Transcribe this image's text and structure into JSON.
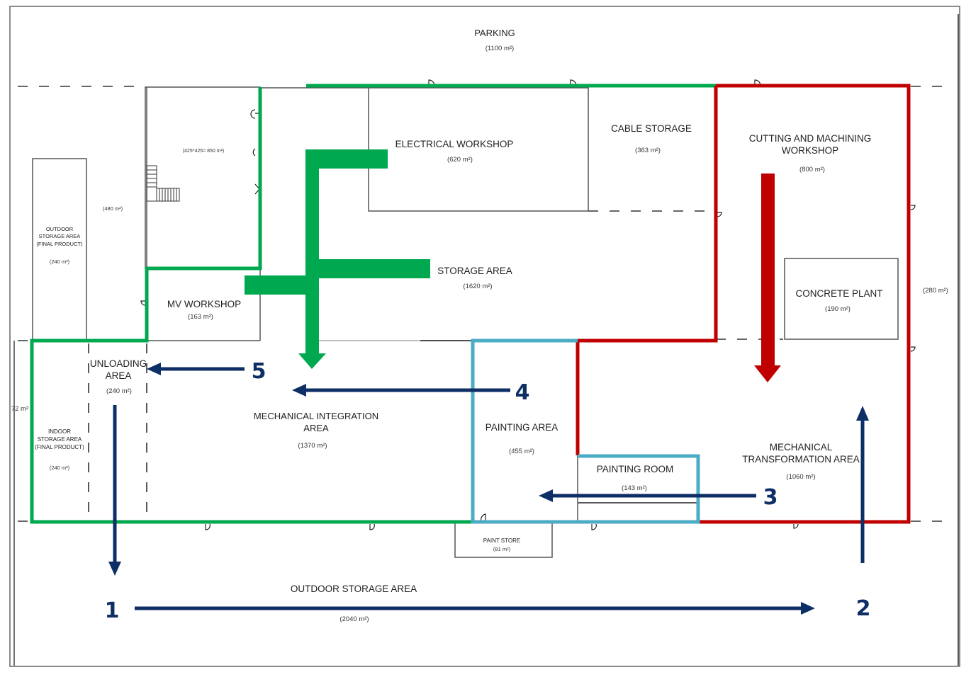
{
  "title": "Factory layout with process flow",
  "colors": {
    "zone_green": "#00a84f",
    "zone_red": "#c00000",
    "zone_blue": "#4bacc6",
    "flow_arrow": "#0e2f66",
    "wall": "#555555"
  },
  "zones": [
    {
      "id": "green",
      "color_name": "green",
      "areas": [
        "Electrical Workshop",
        "Cable Storage",
        "Storage Area",
        "MV Workshop",
        "Mechanical Integration Area",
        "Unloading Area",
        "Indoor Storage Area"
      ]
    },
    {
      "id": "red",
      "color_name": "red",
      "areas": [
        "Cutting and Machining Workshop",
        "Concrete Plant",
        "Mechanical Transformation Area"
      ]
    },
    {
      "id": "blue",
      "color_name": "blue",
      "areas": [
        "Painting Area",
        "Painting Room"
      ]
    }
  ],
  "rooms": {
    "parking": {
      "name": "PARKING",
      "area": "(1100 m²)"
    },
    "top_left_building": {
      "name": "",
      "area": "(425*425= 850 m²)"
    },
    "left_open": {
      "name": "",
      "area": "(480 m²)"
    },
    "outdoor_storage_final": {
      "name_lines": [
        "OUTDOOR",
        "STORAGE AREA",
        "(FINAL PRODUCT)"
      ],
      "area": "(240 m²)"
    },
    "electrical_workshop": {
      "name": "ELECTRICAL WORKSHOP",
      "area": "(620 m²)"
    },
    "cable_storage": {
      "name": "CABLE STORAGE",
      "area": "(363 m²)"
    },
    "cutting_machining": {
      "name_lines": [
        "CUTTING AND MACHINING",
        "WORKSHOP"
      ],
      "area": "(800 m²)"
    },
    "storage_area": {
      "name": "STORAGE AREA",
      "area": "(1620 m²)"
    },
    "mv_workshop": {
      "name": "MV WORKSHOP",
      "area": "(163 m²)"
    },
    "concrete_plant": {
      "name": "CONCRETE PLANT",
      "area": "(190 m²)"
    },
    "right_side": {
      "name": "",
      "area": "(280 m²)"
    },
    "left_edge": {
      "name": "",
      "area": "72 m²"
    },
    "unloading": {
      "name_lines": [
        "UNLOADING",
        "AREA"
      ],
      "area": "(240 m²)"
    },
    "indoor_storage": {
      "name_lines": [
        "INDOOR",
        "STORAGE AREA",
        "(FINAL PRODUCT)"
      ],
      "area": "(240 m²)"
    },
    "mech_integration": {
      "name_lines": [
        "MECHANICAL INTEGRATION",
        "AREA"
      ],
      "area": "(1370 m²)"
    },
    "painting_area": {
      "name": "PAINTING AREA",
      "area": "(455 m²)"
    },
    "painting_room": {
      "name": "PAINTING ROOM",
      "area": "(143 m²)"
    },
    "mech_transformation": {
      "name_lines": [
        "MECHANICAL",
        "TRANSFORMATION AREA"
      ],
      "area": "(1060 m²)"
    },
    "paint_store": {
      "name": "PAINT STORE",
      "area": "(81 m²)"
    },
    "outdoor_storage": {
      "name": "OUTDOOR STORAGE AREA",
      "area": "(2040 m²)"
    }
  },
  "flow_steps": [
    {
      "number": "1",
      "description": "Unloading area down to outdoor storage, then across to point 2"
    },
    {
      "number": "2",
      "description": "Up into mechanical transformation area"
    },
    {
      "number": "3",
      "description": "Mechanical transformation to painting area"
    },
    {
      "number": "4",
      "description": "Painting area to mechanical integration area"
    },
    {
      "number": "5",
      "description": "Mechanical integration to unloading area"
    }
  ]
}
